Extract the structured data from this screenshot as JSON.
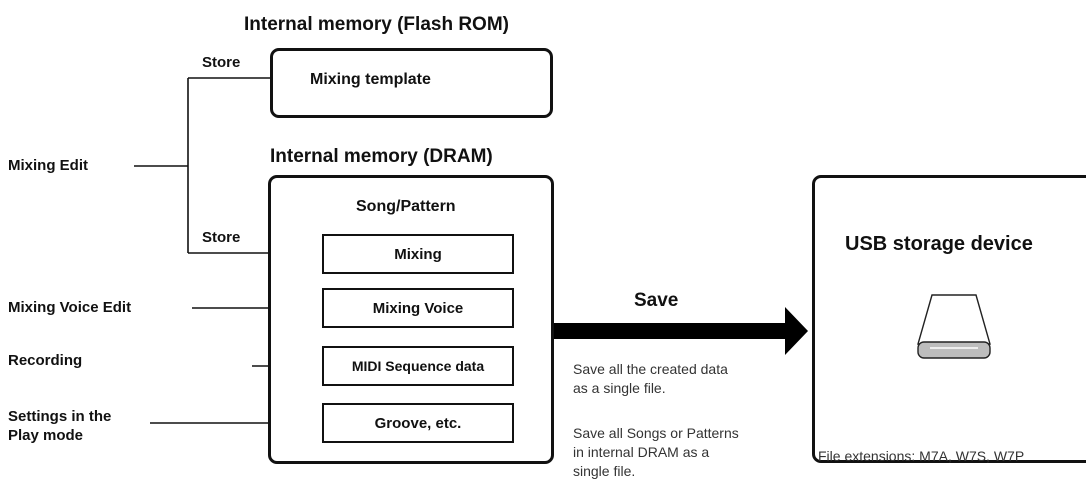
{
  "flash": {
    "title": "Internal memory (Flash ROM)",
    "template_label": "Mixing template"
  },
  "dram": {
    "title": "Internal memory (DRAM)",
    "group_label": "Song/Pattern",
    "items": [
      "Mixing",
      "Mixing Voice",
      "MIDI Sequence data",
      "Groove, etc."
    ]
  },
  "inputs": {
    "store_top": "Store",
    "store_bottom": "Store",
    "mixing_edit": "Mixing Edit",
    "mixing_voice_edit": "Mixing Voice Edit",
    "recording": "Recording",
    "settings_line1": "Settings in the",
    "settings_line2": "Play mode"
  },
  "save": {
    "label": "Save",
    "note1_line1": "Save all the created data",
    "note1_line2": "as a single file.",
    "note2_line1": "Save all Songs or Patterns",
    "note2_line2": "in internal DRAM as a",
    "note2_line3": "single file."
  },
  "usb": {
    "title": "USB storage device",
    "icon": "usb-drive-icon",
    "extensions": "File extensions: M7A, W7S, W7P"
  }
}
